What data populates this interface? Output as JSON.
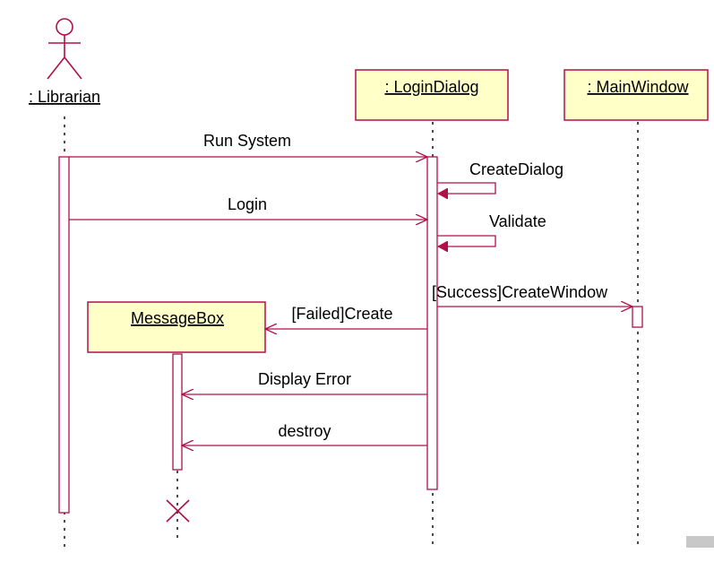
{
  "colors": {
    "line": "#b0104a",
    "box_fill": "#ffffc8",
    "activation_fill": "#ffffff",
    "lifeline": "#000000",
    "corner_fill": "#c8c8c8"
  },
  "actor": {
    "name": ": Librarian"
  },
  "objects": [
    {
      "id": "login",
      "name": ": LoginDialog"
    },
    {
      "id": "main",
      "name": ": MainWindow"
    },
    {
      "id": "msgbox",
      "name": "MessageBox"
    }
  ],
  "messages": [
    {
      "id": "run-system",
      "label": "Run System"
    },
    {
      "id": "create-dialog",
      "label": "CreateDialog"
    },
    {
      "id": "login",
      "label": "Login"
    },
    {
      "id": "validate",
      "label": "Validate"
    },
    {
      "id": "create-window",
      "label": "[Success]CreateWindow"
    },
    {
      "id": "failed-create",
      "label": "[Failed]Create"
    },
    {
      "id": "display-error",
      "label": "Display Error"
    },
    {
      "id": "destroy",
      "label": "destroy"
    }
  ],
  "icons": [
    "actor-stick-figure-icon",
    "destroy-x-icon"
  ]
}
